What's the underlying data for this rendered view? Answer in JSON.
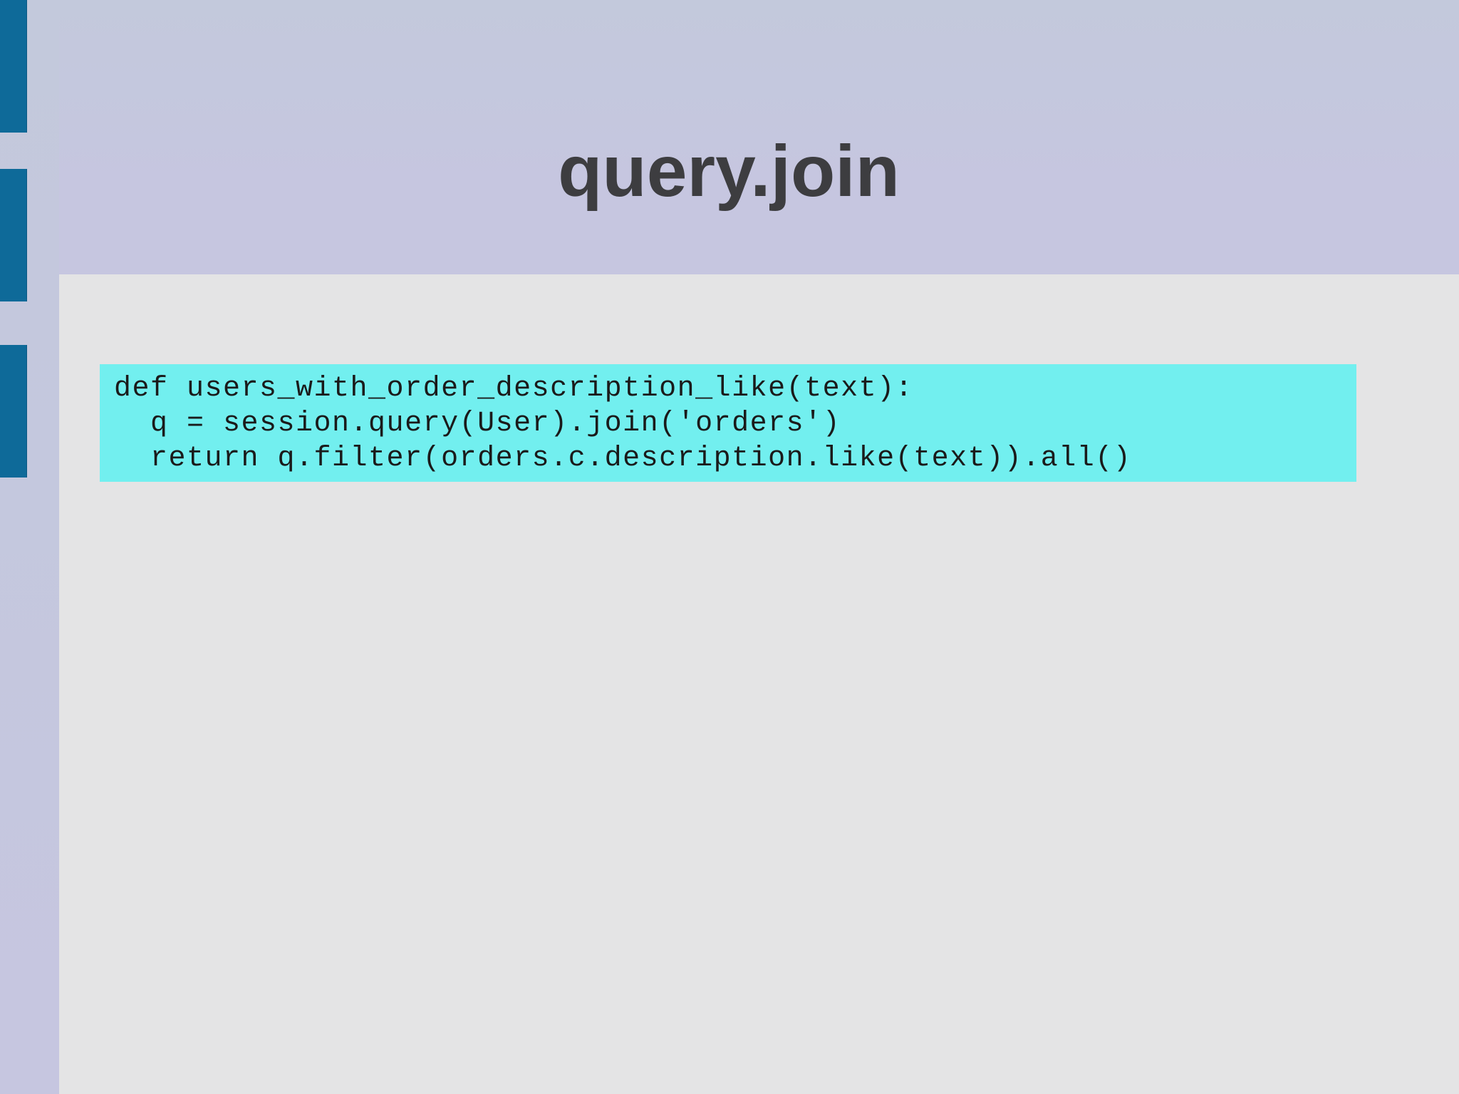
{
  "slide": {
    "title": "query.join",
    "code_lines": [
      "def users_with_order_description_like(text):",
      "  q = session.query(User).join('orders')",
      "  return q.filter(orders.c.description.like(text)).all()"
    ]
  },
  "colors": {
    "accent": "#0e6a99",
    "code_background": "#72efef",
    "content_background": "#e4e4e5",
    "title_text": "#3d3d40"
  }
}
